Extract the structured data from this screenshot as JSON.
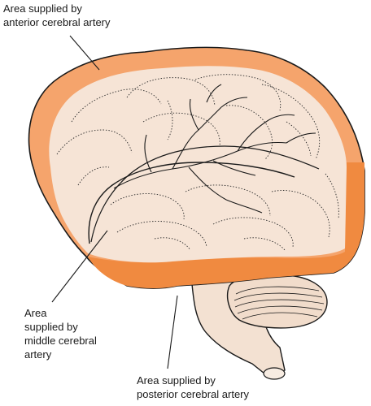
{
  "labels": {
    "anterior": "Area supplied by\nanterior cerebral artery",
    "middle": "Area\nsupplied by\nmiddle cerebral\nartery",
    "posterior": "Area supplied by\nposterior cerebral artery"
  },
  "colors": {
    "anterior_region": "#f5a46c",
    "posterior_region": "#f08a40",
    "middle_region": "#f6e4d6",
    "brainstem": "#f3e1d2",
    "cerebellum": "#f1dccb",
    "outline": "#1a1a1a"
  }
}
